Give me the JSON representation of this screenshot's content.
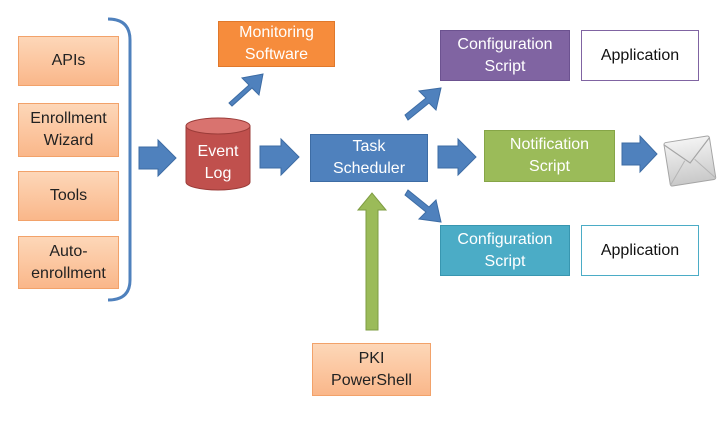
{
  "sources": [
    {
      "id": "apis",
      "label": "APIs"
    },
    {
      "id": "enrollment-wizard",
      "label": "Enrollment\nWizard"
    },
    {
      "id": "tools",
      "label": "Tools"
    },
    {
      "id": "auto-enrollment",
      "label": "Auto-\nenrollment"
    }
  ],
  "monitoring": {
    "label": "Monitoring\nSoftware"
  },
  "event_log": {
    "label": "Event\nLog"
  },
  "task_scheduler": {
    "label": "Task\nScheduler"
  },
  "pki_powershell": {
    "label": "PKI\nPowerShell"
  },
  "config_top": {
    "label": "Configuration\nScript"
  },
  "app_top": {
    "label": "Application"
  },
  "notification": {
    "label": "Notification\nScript"
  },
  "config_bottom": {
    "label": "Configuration\nScript"
  },
  "app_bottom": {
    "label": "Application"
  },
  "icons": {
    "email": "envelope-icon"
  },
  "colors": {
    "orange_light": "#fab78a",
    "orange": "#f68c3c",
    "red": "#c0504d",
    "blue": "#4f81bd",
    "purple": "#8064a2",
    "green": "#9bbb59",
    "teal": "#4bacc6"
  }
}
